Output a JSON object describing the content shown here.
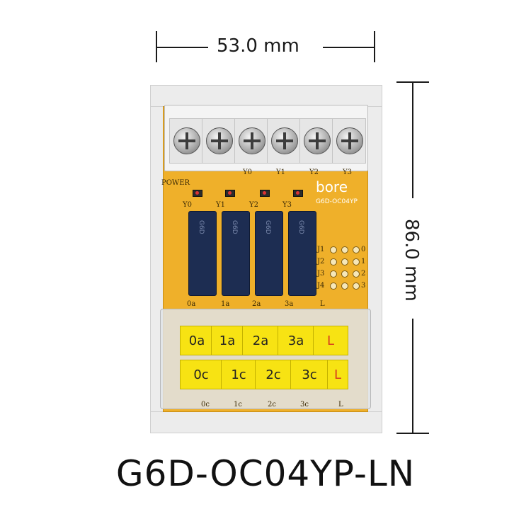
{
  "dimensions": {
    "width_label": "53.0 mm",
    "height_label": "86.0 mm"
  },
  "board": {
    "brand": "bore",
    "model_small": "G6D-OC04YP",
    "power_label": "POWER",
    "output_labels": [
      "Y0",
      "Y1",
      "Y2",
      "Y3"
    ],
    "led_labels": [
      "Y0",
      "Y1",
      "Y2",
      "Y3"
    ],
    "jumper_labels": [
      "J1",
      "J2",
      "J3",
      "J4"
    ],
    "jumper_numbers": [
      "0",
      "1",
      "2",
      "3"
    ],
    "relay_text": "G6D",
    "top_row_labels": [
      "0a",
      "1a",
      "2a",
      "3a",
      "L"
    ],
    "bottom_row_labels": [
      "0c",
      "1c",
      "2c",
      "3c",
      "L"
    ]
  },
  "keys": {
    "top": [
      "0a",
      "1a",
      "2a",
      "3a",
      "L"
    ],
    "bottom": [
      "0c",
      "1c",
      "2c",
      "3c",
      "L"
    ]
  },
  "product": {
    "model": "G6D-OC04YP-LN"
  },
  "colors": {
    "pcb": "#efb02a",
    "relay": "#1d2d52",
    "key": "#f7e313",
    "key_L_text": "#d63b1f"
  }
}
